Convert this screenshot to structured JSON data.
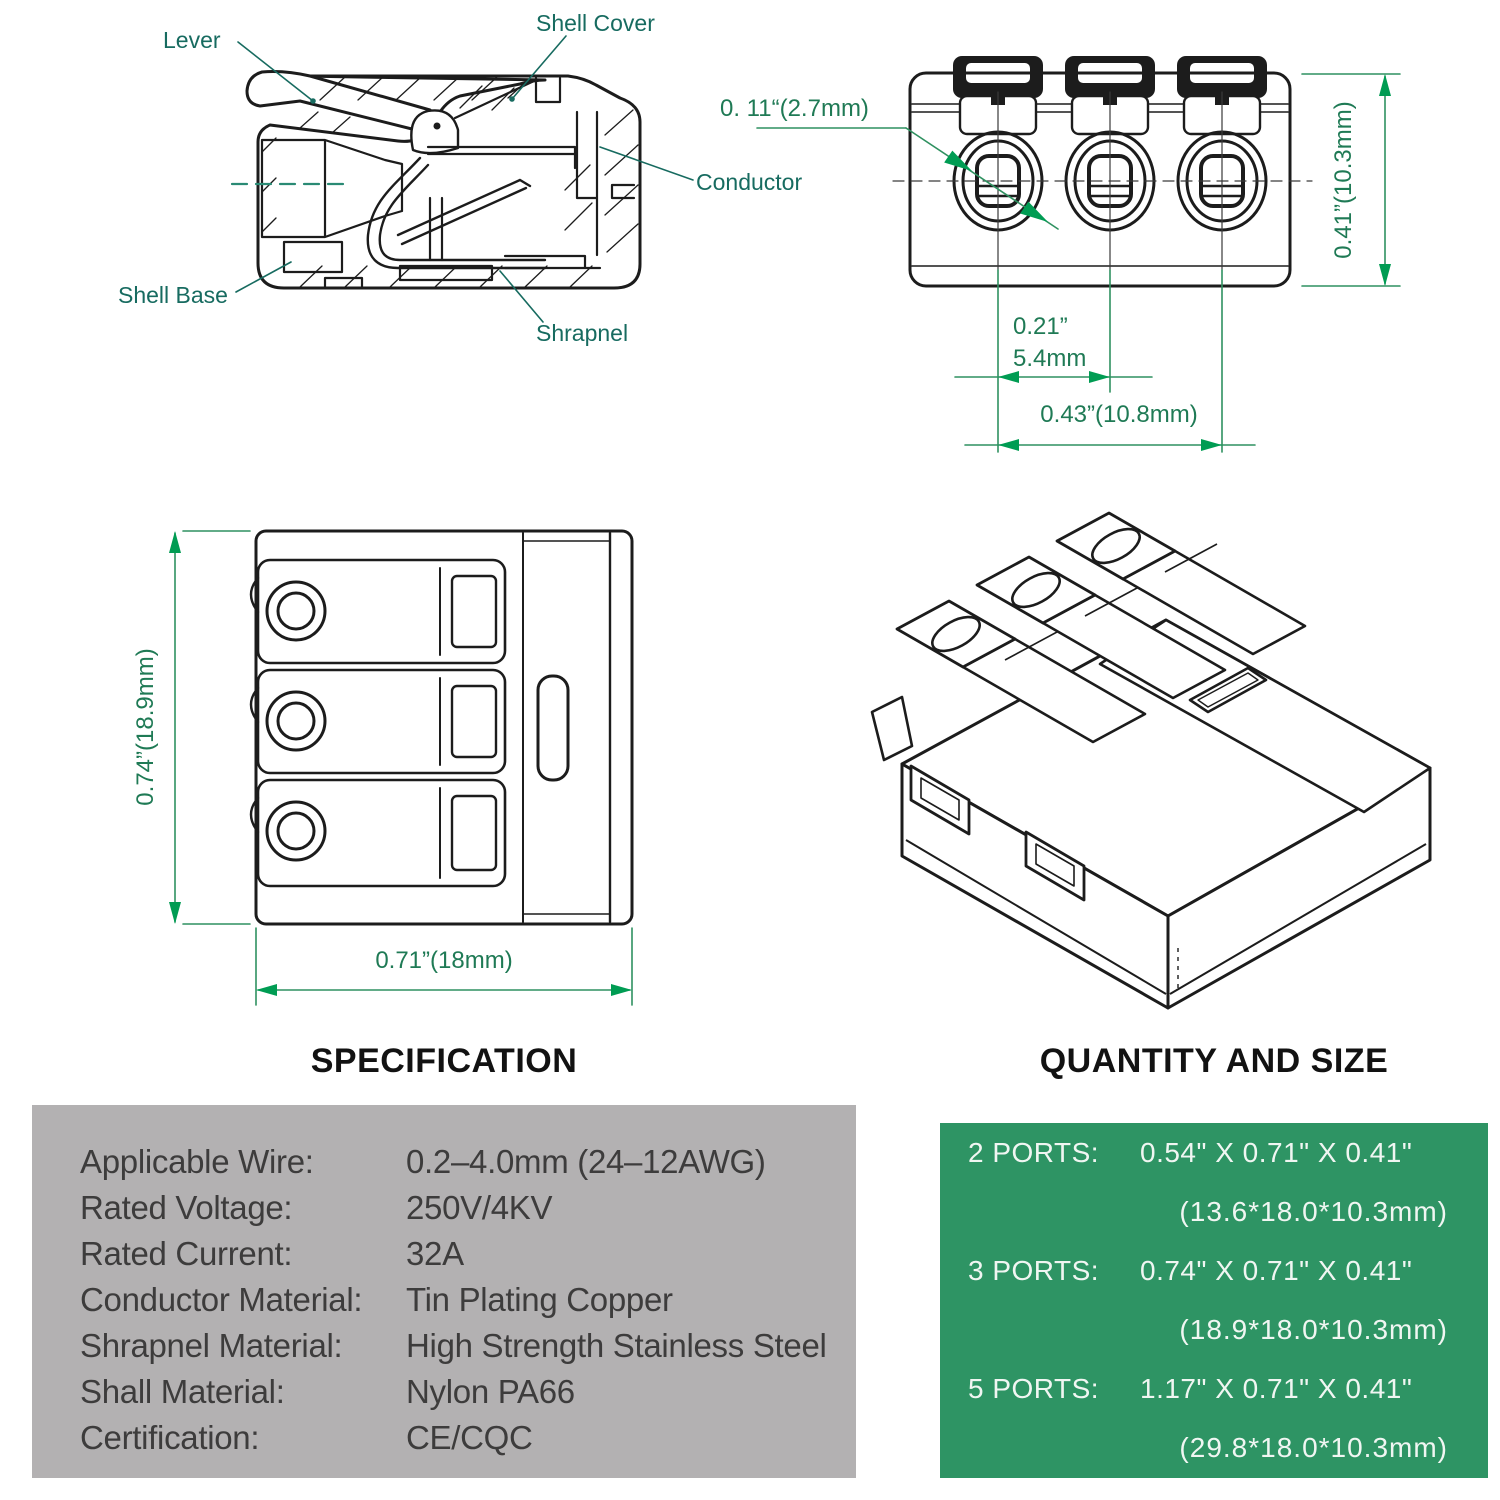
{
  "colors": {
    "line_black": "#1c1c1c",
    "label_teal": "#176b60",
    "dim_text_green": "#1f7a55",
    "dim_line_green": "#2f9160",
    "arrow_green": "#009c53",
    "spec_bg_gray": "#b3b1b2",
    "spec_text": "#3d3c3c",
    "qty_bg_green": "#2e9464",
    "qty_text": "#f0f6f2",
    "header_black": "#121212"
  },
  "cross_section": {
    "labels": {
      "lever": "Lever",
      "shell_cover": "Shell Cover",
      "conductor": "Conductor",
      "shell_base": "Shell Base",
      "shrapnel": "Shrapnel"
    }
  },
  "front_view": {
    "dims": {
      "port_dia": "0. 11“(2.7mm)",
      "height": "0.41”(10.3mm)",
      "pitch_inch": "0.21”",
      "pitch_mm": "5.4mm",
      "span": "0.43”(10.8mm)"
    }
  },
  "top_view": {
    "dims": {
      "length": "0.74”(18.9mm)",
      "width": "0.71”(18mm)"
    }
  },
  "spec": {
    "title": "SPECIFICATION",
    "rows": [
      {
        "label": "Applicable Wire:",
        "value": "0.2–4.0mm (24–12AWG)"
      },
      {
        "label": "Rated Voltage:",
        "value": "250V/4KV"
      },
      {
        "label": "Rated Current:",
        "value": "32A"
      },
      {
        "label": "Conductor Material:",
        "value": "Tin Plating Copper"
      },
      {
        "label": "Shrapnel Material:",
        "value": "High Strength Stainless Steel"
      },
      {
        "label": "Shall Material:",
        "value": "Nylon PA66"
      },
      {
        "label": "Certification:",
        "value": "CE/CQC"
      }
    ]
  },
  "qty": {
    "title": "QUANTITY AND SIZE",
    "rows": [
      {
        "label": "2 PORTS:",
        "inch": "0.54\" X 0.71\" X 0.41\"",
        "mm": "(13.6*18.0*10.3mm)"
      },
      {
        "label": "3 PORTS:",
        "inch": "0.74\" X 0.71\" X 0.41\"",
        "mm": "(18.9*18.0*10.3mm)"
      },
      {
        "label": "5 PORTS:",
        "inch": "1.17\" X 0.71\" X 0.41\"",
        "mm": "(29.8*18.0*10.3mm)"
      }
    ]
  }
}
